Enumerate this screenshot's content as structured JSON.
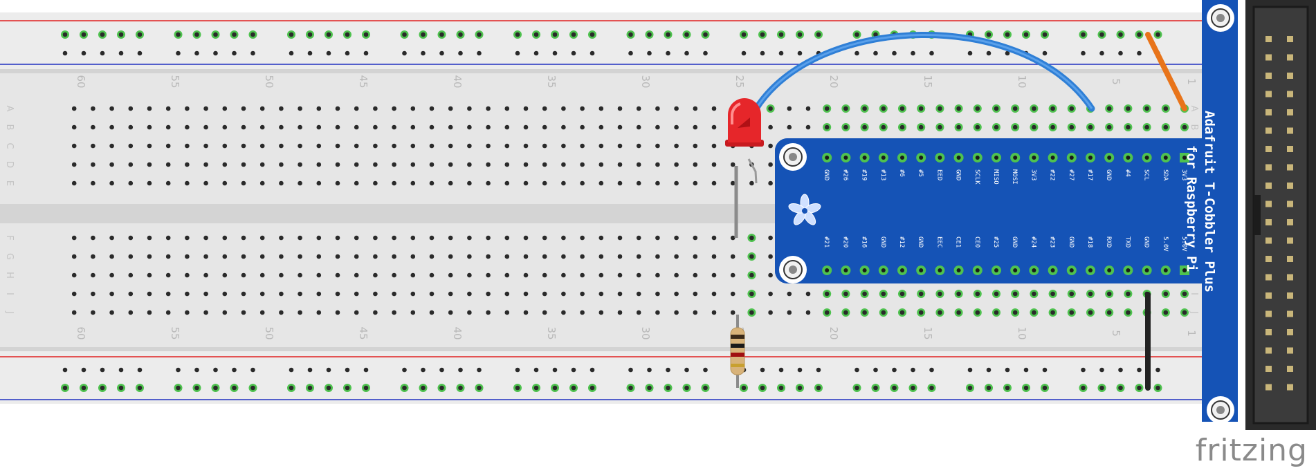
{
  "breadboard": {
    "column_numbers": [
      "60",
      "55",
      "50",
      "45",
      "40",
      "35",
      "30",
      "25",
      "20",
      "15",
      "10",
      "5",
      "1"
    ],
    "rows_top": [
      "A",
      "B",
      "C",
      "D",
      "E"
    ],
    "rows_bottom": [
      "F",
      "G",
      "H",
      "I",
      "J"
    ]
  },
  "cobbler": {
    "title_line1": "Adafruit T-Cobbler Plus",
    "title_line2": "for Raspberry Pi",
    "top_pins": [
      "3V3",
      "SDA",
      "SCL",
      "#4",
      "GND",
      "#17",
      "#27",
      "#22",
      "3V3",
      "MOSI",
      "MISO",
      "SCLK",
      "GND",
      "EED",
      "#5",
      "#6",
      "#13",
      "#19",
      "#26",
      "GND"
    ],
    "bottom_pins": [
      "5.0V",
      "5.0V",
      "GND",
      "TXD",
      "RXD",
      "#18",
      "GND",
      "#23",
      "#24",
      "GND",
      "#25",
      "CE0",
      "CE1",
      "EEC",
      "GND",
      "#12",
      "GND",
      "#16",
      "#20",
      "#21"
    ]
  },
  "components": {
    "led": "red-led",
    "resistor": "resistor",
    "wires": [
      "blue-wire",
      "orange-wire",
      "black-wire",
      "gray-wire"
    ]
  },
  "colors": {
    "cobbler_blue": "#1553b6",
    "power_red": "#e02020",
    "power_blue": "#2030c0",
    "connected_green": "#4fc24f",
    "led_red": "#e6262a",
    "wire_blue": "#2f7fd6",
    "wire_orange": "#e8741a",
    "wire_black": "#222222"
  },
  "logo": "fritzing"
}
